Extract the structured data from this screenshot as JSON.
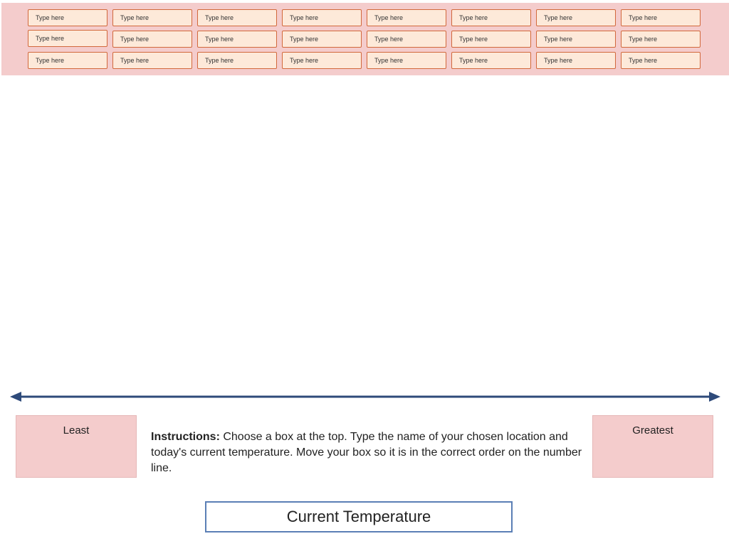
{
  "boxes": {
    "rows": [
      [
        "Type here",
        "Type  here",
        "Type  here",
        "Type  here",
        "Type  here",
        "Type here",
        "Type here",
        "Type here"
      ],
      [
        "Type  here",
        "Type here",
        "Type here",
        "Type here",
        "Type here",
        "Type here",
        "Type here",
        "Type  here"
      ],
      [
        "Type here",
        "Type here",
        "Type here",
        "Type  here",
        "Type  here",
        "Type here",
        "Type here",
        "Type here"
      ]
    ]
  },
  "number_line": {
    "color": "#2e4a7a"
  },
  "least": {
    "label": "Least"
  },
  "greatest": {
    "label": "Greatest"
  },
  "instructions": {
    "heading": "Instructions:",
    "text": " Choose a box at the top. Type the name of your chosen location and today's current temperature. Move your box so it is in the correct order on the number line."
  },
  "current_temperature": {
    "label": "Current Temperature"
  },
  "colors": {
    "strip_background": "#f4cccc",
    "box_fill": "#fde9d9",
    "box_border": "#d2693c",
    "title_border": "#5b7fb5"
  }
}
